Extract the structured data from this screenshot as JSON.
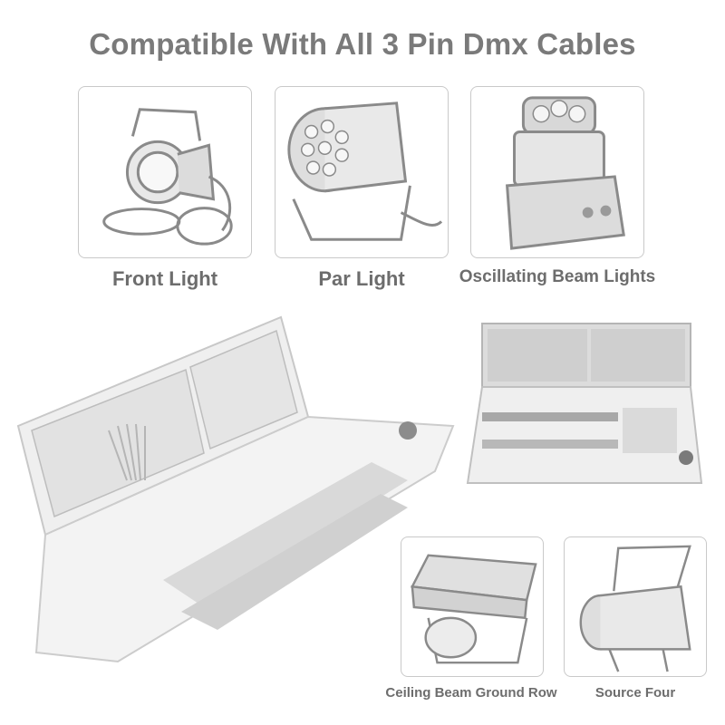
{
  "headline": "Compatible With All 3 Pin Dmx Cables",
  "products": [
    {
      "label": "Front Light"
    },
    {
      "label": "Par Light"
    },
    {
      "label": "Oscillating Beam Lights"
    },
    {
      "label": "Ceiling Beam Ground Row"
    },
    {
      "label": "Source Four"
    }
  ],
  "colors": {
    "headline": "#7a7a7a",
    "label": "#6d6d6d",
    "card_border": "#c9c9c9"
  },
  "icons": {
    "front_light": "front-light-illustration",
    "par_light": "par-light-illustration",
    "beam_light": "moving-head-illustration",
    "strobe": "led-strobe-illustration",
    "source_four": "ellipsoidal-spot-illustration",
    "console_large": "lighting-console-illustration",
    "console_small": "lighting-console-illustration"
  }
}
